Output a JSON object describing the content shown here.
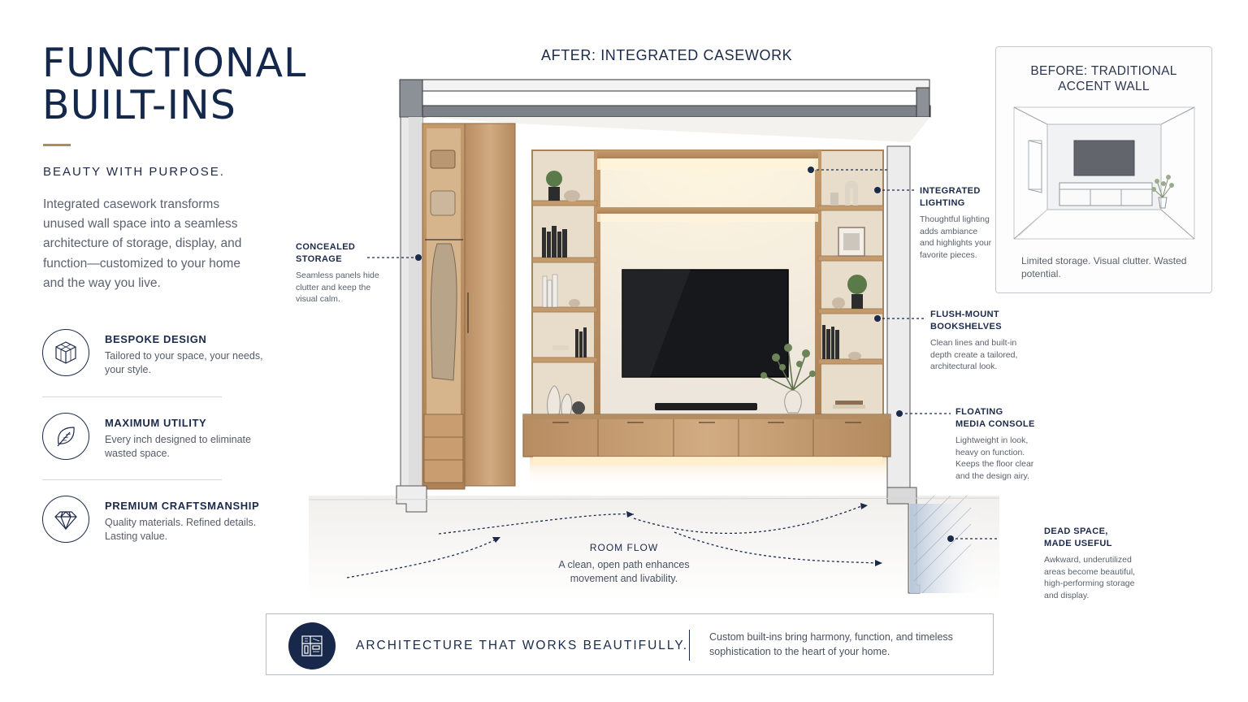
{
  "hero": {
    "title_line1": "FUNCTIONAL",
    "title_line2": "BUILT-INS",
    "tagline": "BEAUTY WITH PURPOSE.",
    "intro": "Integrated casework transforms unused wall space into a seamless architecture of storage, display, and function—customized to your home and the way you live."
  },
  "features": [
    {
      "icon": "cube-icon",
      "title": "BESPOKE DESIGN",
      "desc": "Tailored to your space, your needs, your style."
    },
    {
      "icon": "leaf-icon",
      "title": "MAXIMUM UTILITY",
      "desc": "Every inch designed to eliminate wasted space."
    },
    {
      "icon": "diamond-icon",
      "title": "PREMIUM CRAFTSMANSHIP",
      "desc": "Quality materials. Refined details. Lasting value."
    }
  ],
  "after": {
    "heading": "AFTER: INTEGRATED CASEWORK"
  },
  "callouts": {
    "concealed": {
      "title": "CONCEALED\nSTORAGE",
      "desc": "Seamless panels hide clutter and keep the visual calm."
    },
    "lighting": {
      "title": "INTEGRATED\nLIGHTING",
      "desc": "Thoughtful lighting adds ambiance and highlights your favorite pieces."
    },
    "bookshelves": {
      "title": "FLUSH-MOUNT\nBOOKSHELVES",
      "desc": "Clean lines and built-in depth create a tailored, architectural look."
    },
    "console": {
      "title": "FLOATING\nMEDIA CONSOLE",
      "desc": "Lightweight in look, heavy on function. Keeps the floor clear and the design airy."
    },
    "dead_space": {
      "title": "DEAD SPACE,\nMADE USEFUL",
      "desc": "Awkward, underutilized areas become beautiful, high-performing storage and display."
    },
    "room_flow": {
      "title": "ROOM FLOW",
      "desc": "A clean, open path enhances movement and livability."
    }
  },
  "before": {
    "title": "BEFORE: TRADITIONAL\nACCENT WALL",
    "desc": "Limited storage. Visual clutter. Wasted potential."
  },
  "banner": {
    "icon": "blueprint-icon",
    "title": "ARCHITECTURE THAT WORKS BEAUTIFULLY.",
    "desc": "Custom built-ins bring harmony, function, and timeless sophistication to the heart of your home."
  },
  "colors": {
    "navy": "#1b2a4a",
    "gold": "#b08a5a",
    "wood": "#c9a27a",
    "wall": "#ece8e2"
  }
}
